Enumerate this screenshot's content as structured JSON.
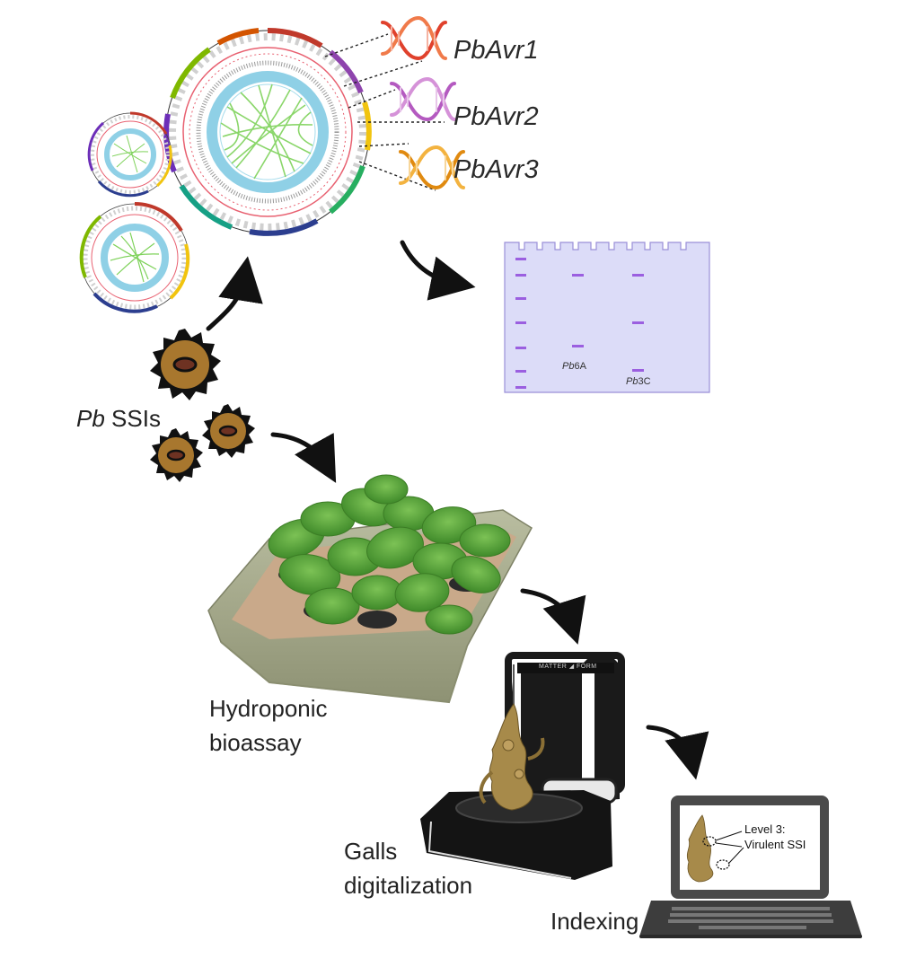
{
  "genes": [
    "PbAvr1",
    "PbAvr2",
    "PbAvr3"
  ],
  "pathogen_label": {
    "italic": "Pb",
    "rest": " SSIs"
  },
  "gel_lanes": [
    {
      "italic": "Pb",
      "rest": "6A"
    },
    {
      "italic": "Pb",
      "rest": "3C"
    }
  ],
  "steps": {
    "bioassay": [
      "Hydroponic",
      "bioassay"
    ],
    "scan": [
      "Galls",
      "digitalization"
    ],
    "index": "Indexing"
  },
  "screen": {
    "line1": "Level 3:",
    "line2": "Virulent SSI"
  },
  "scanner_brand": "MATTER ◢ FORM",
  "colors": {
    "arrow": "#111111",
    "dna1": "#e0412c",
    "dna2": "#c56bc9",
    "dna3": "#f0a020",
    "gel": "#dcdcf8",
    "gel_band": "#9b5fe0",
    "spore": "#a8772e",
    "leaf": "#58a83c",
    "tray": "#a9ae8e"
  }
}
